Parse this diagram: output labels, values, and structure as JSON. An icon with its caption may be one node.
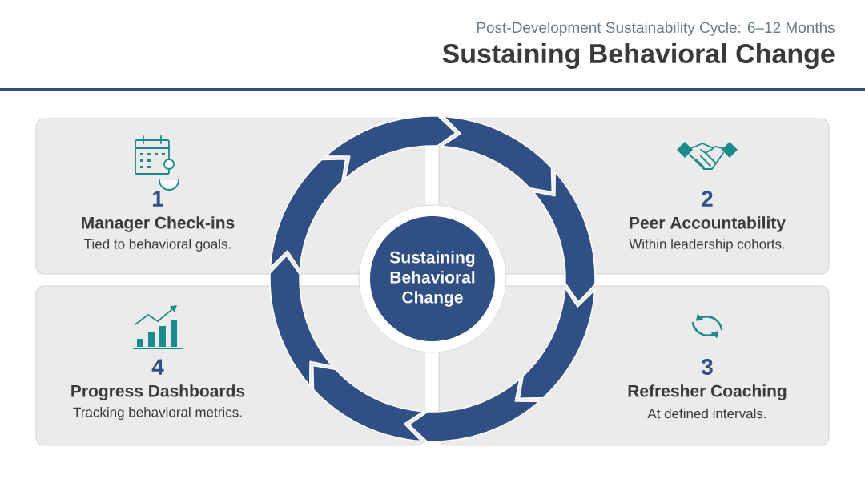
{
  "diagram": {
    "title": "Sustaining Behavioral Change",
    "nodes": [
      {
        "text": [
          "1",
          "Manager Check-ins",
          "Tied to behavioral goals."
        ]
      },
      {
        "text": [
          "2",
          "Peer Accountability",
          "Within leadership cohorts."
        ]
      },
      {
        "text": [
          "Sustaining Behavioral Change"
        ]
      },
      {
        "text": [
          "4",
          "Progress Dashboards",
          "Tracking behavioral metrics."
        ]
      },
      {
        "text": [
          "3",
          "Refresher Coaching",
          "At defined intervals."
        ]
      }
    ],
    "labels": [
      "Post-Development Sustainability Cycle: 6–12 Months"
    ]
  }
}
